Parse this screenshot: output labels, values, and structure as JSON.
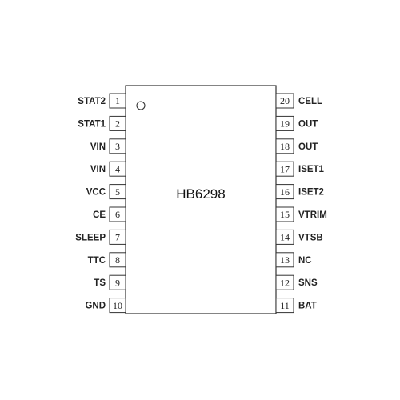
{
  "chip": {
    "part_number": "HB6298",
    "pin1_marker": "circle"
  },
  "pins_left": [
    {
      "number": "1",
      "name": "STAT2"
    },
    {
      "number": "2",
      "name": "STAT1"
    },
    {
      "number": "3",
      "name": "VIN"
    },
    {
      "number": "4",
      "name": "VIN"
    },
    {
      "number": "5",
      "name": "VCC"
    },
    {
      "number": "6",
      "name": "CE"
    },
    {
      "number": "7",
      "name": "SLEEP"
    },
    {
      "number": "8",
      "name": "TTC"
    },
    {
      "number": "9",
      "name": "TS"
    },
    {
      "number": "10",
      "name": "GND"
    }
  ],
  "pins_right": [
    {
      "number": "20",
      "name": "CELL"
    },
    {
      "number": "19",
      "name": "OUT"
    },
    {
      "number": "18",
      "name": "OUT"
    },
    {
      "number": "17",
      "name": "ISET1"
    },
    {
      "number": "16",
      "name": "ISET2"
    },
    {
      "number": "15",
      "name": "VTRIM"
    },
    {
      "number": "14",
      "name": "VTSB"
    },
    {
      "number": "13",
      "name": "NC"
    },
    {
      "number": "12",
      "name": "SNS"
    },
    {
      "number": "11",
      "name": "BAT"
    }
  ]
}
